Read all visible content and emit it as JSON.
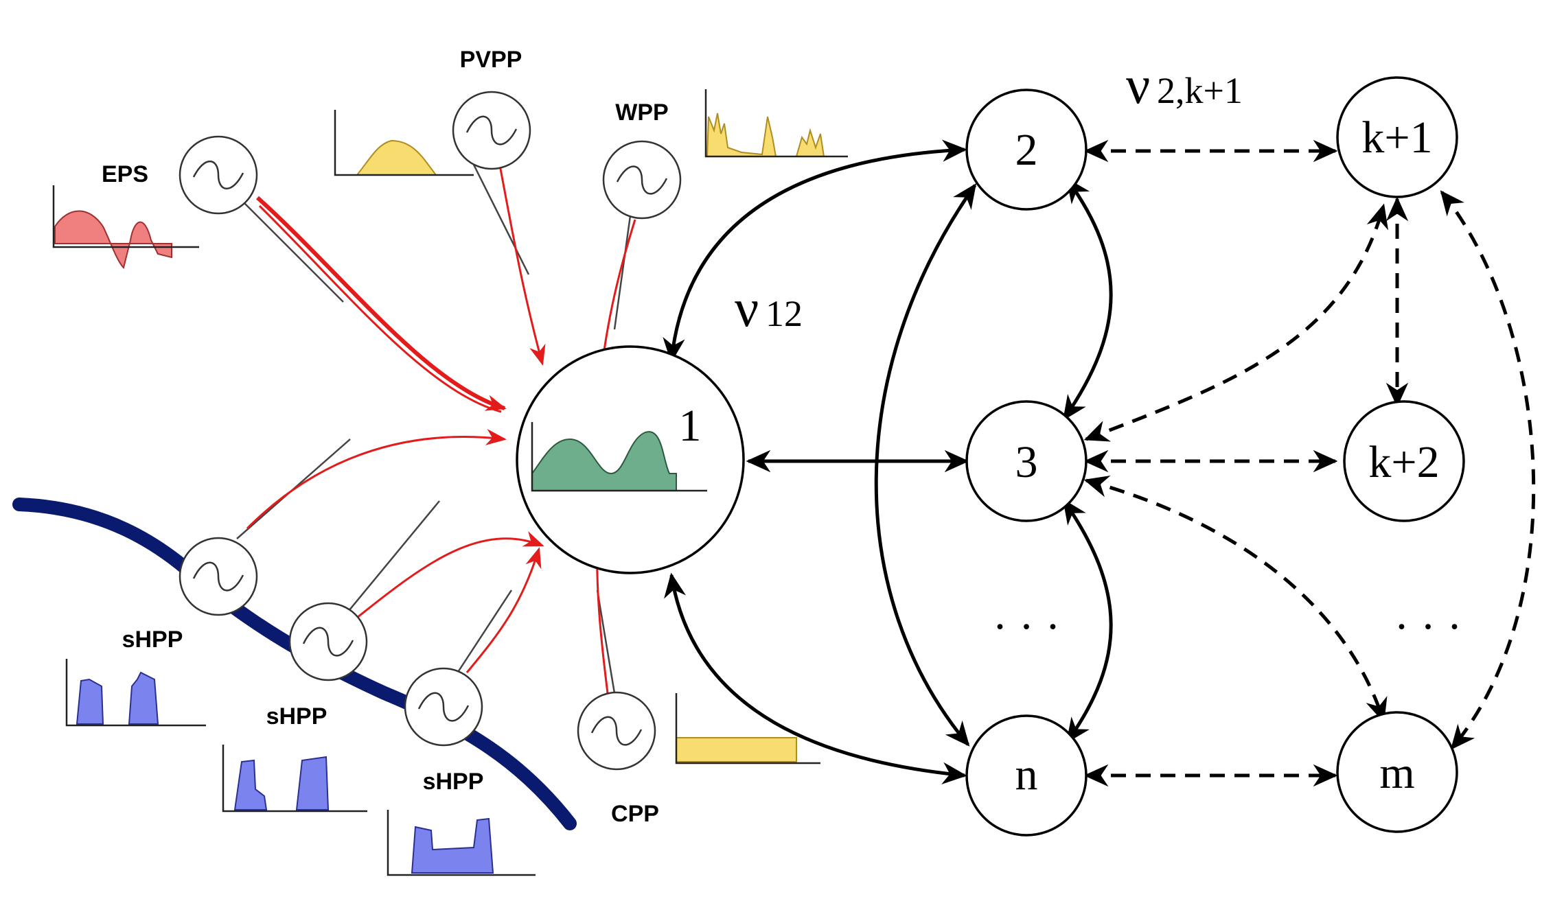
{
  "diagram": {
    "hub_node": {
      "label": "1"
    },
    "nodes": [
      {
        "id": "node-2",
        "label": "2"
      },
      {
        "id": "node-3",
        "label": "3"
      },
      {
        "id": "node-n",
        "label": "n"
      },
      {
        "id": "node-k1",
        "label": "k+1"
      },
      {
        "id": "node-k2",
        "label": "k+2"
      },
      {
        "id": "node-m",
        "label": "m"
      }
    ],
    "edge_labels": {
      "nu12_main": "ν",
      "nu12_sub": "12",
      "nu2k1_main": "ν",
      "nu2k1_sub": "2,k+1"
    },
    "ellipsis_left": "· · ·",
    "ellipsis_right": "· · ·",
    "plants": {
      "eps": "EPS",
      "pvpp": "PVPP",
      "wpp": "WPP",
      "shpp1": "sHPP",
      "shpp2": "sHPP",
      "shpp3": "sHPP",
      "cpp": "CPP"
    },
    "colors": {
      "red_arrows": "#e31b1b",
      "eps_fill": "#f08080",
      "solar_fill": "#f7dc6f",
      "hydro_fill": "#7b83ee",
      "load_fill": "#6fae8c",
      "river": "#0a1a6e"
    }
  }
}
